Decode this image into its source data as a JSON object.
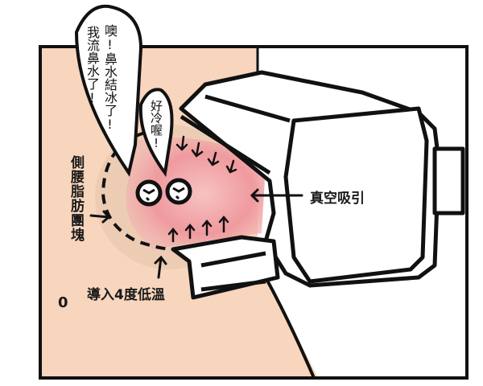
{
  "panel": {
    "background_skin": "#f8d5bd",
    "background_wall": "#ffffff",
    "outline": "#111111",
    "fat_glow": "#e98a90"
  },
  "speech_bubbles": [
    {
      "id": "big",
      "lines": [
        "噢!鼻水結冰了!",
        "我流鼻水了!"
      ]
    },
    {
      "id": "small",
      "lines": [
        "好冷喔!"
      ]
    }
  ],
  "labels": {
    "side_fat": "側腰脂肪團塊",
    "low_temp": "導入4度低溫",
    "vacuum": "真空吸引",
    "mark": "0"
  }
}
